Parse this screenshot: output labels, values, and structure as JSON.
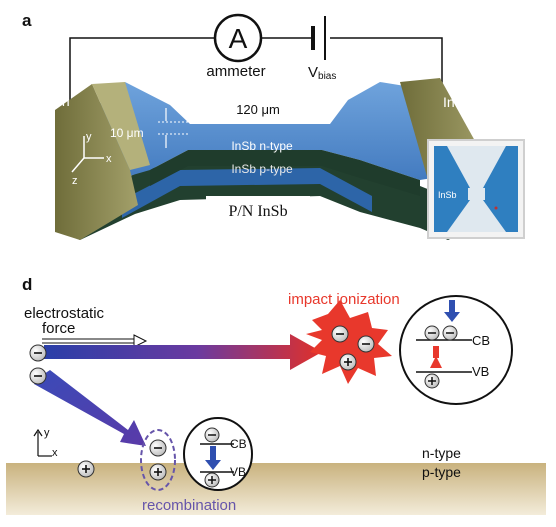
{
  "panel_a": {
    "label": "a",
    "ammeter_symbol": "A",
    "ammeter_label": "ammeter",
    "vbias_main": "V",
    "vbias_sub": "bias",
    "electrode_left": "In",
    "electrode_right": "In",
    "length_label": "120 μm",
    "width_label": "10 μm",
    "ntype_label": "InSb n-type",
    "ptype_label": "InSb p-type",
    "device_label": "P/N InSb",
    "axis_y": "y",
    "axis_x": "x",
    "axis_z": "z",
    "inset_label": "InSb"
  },
  "panel_d": {
    "label": "d",
    "force_label_line1": "electrostatic",
    "force_label_line2": "force",
    "impact_label": "impact ionization",
    "electron_symbol": "⊖",
    "hole_symbol": "⊕",
    "cb_label": "CB",
    "vb_label": "VB",
    "axis_y": "y",
    "axis_x": "x",
    "ntype_label": "n-type",
    "ptype_label": "p-type",
    "recombination_label": "recombination"
  },
  "colors": {
    "electrode": "#8f8d56",
    "device_blue": "#4f88c9",
    "device_dark": "#26493a",
    "impact_red": "#e8382c",
    "arrow_blue": "#2f4fb0",
    "recombination_purple": "#6655aa",
    "ptype_band": "#cdb98a"
  }
}
